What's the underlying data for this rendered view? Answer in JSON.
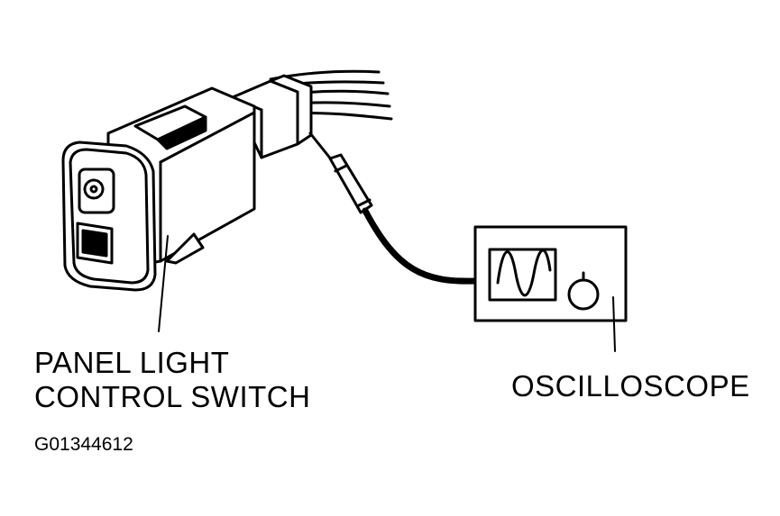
{
  "labels": {
    "switch_line1": "PANEL LIGHT",
    "switch_line2": "CONTROL SWITCH",
    "oscilloscope": "OSCILLOSCOPE",
    "figure_id": "G01344612"
  }
}
